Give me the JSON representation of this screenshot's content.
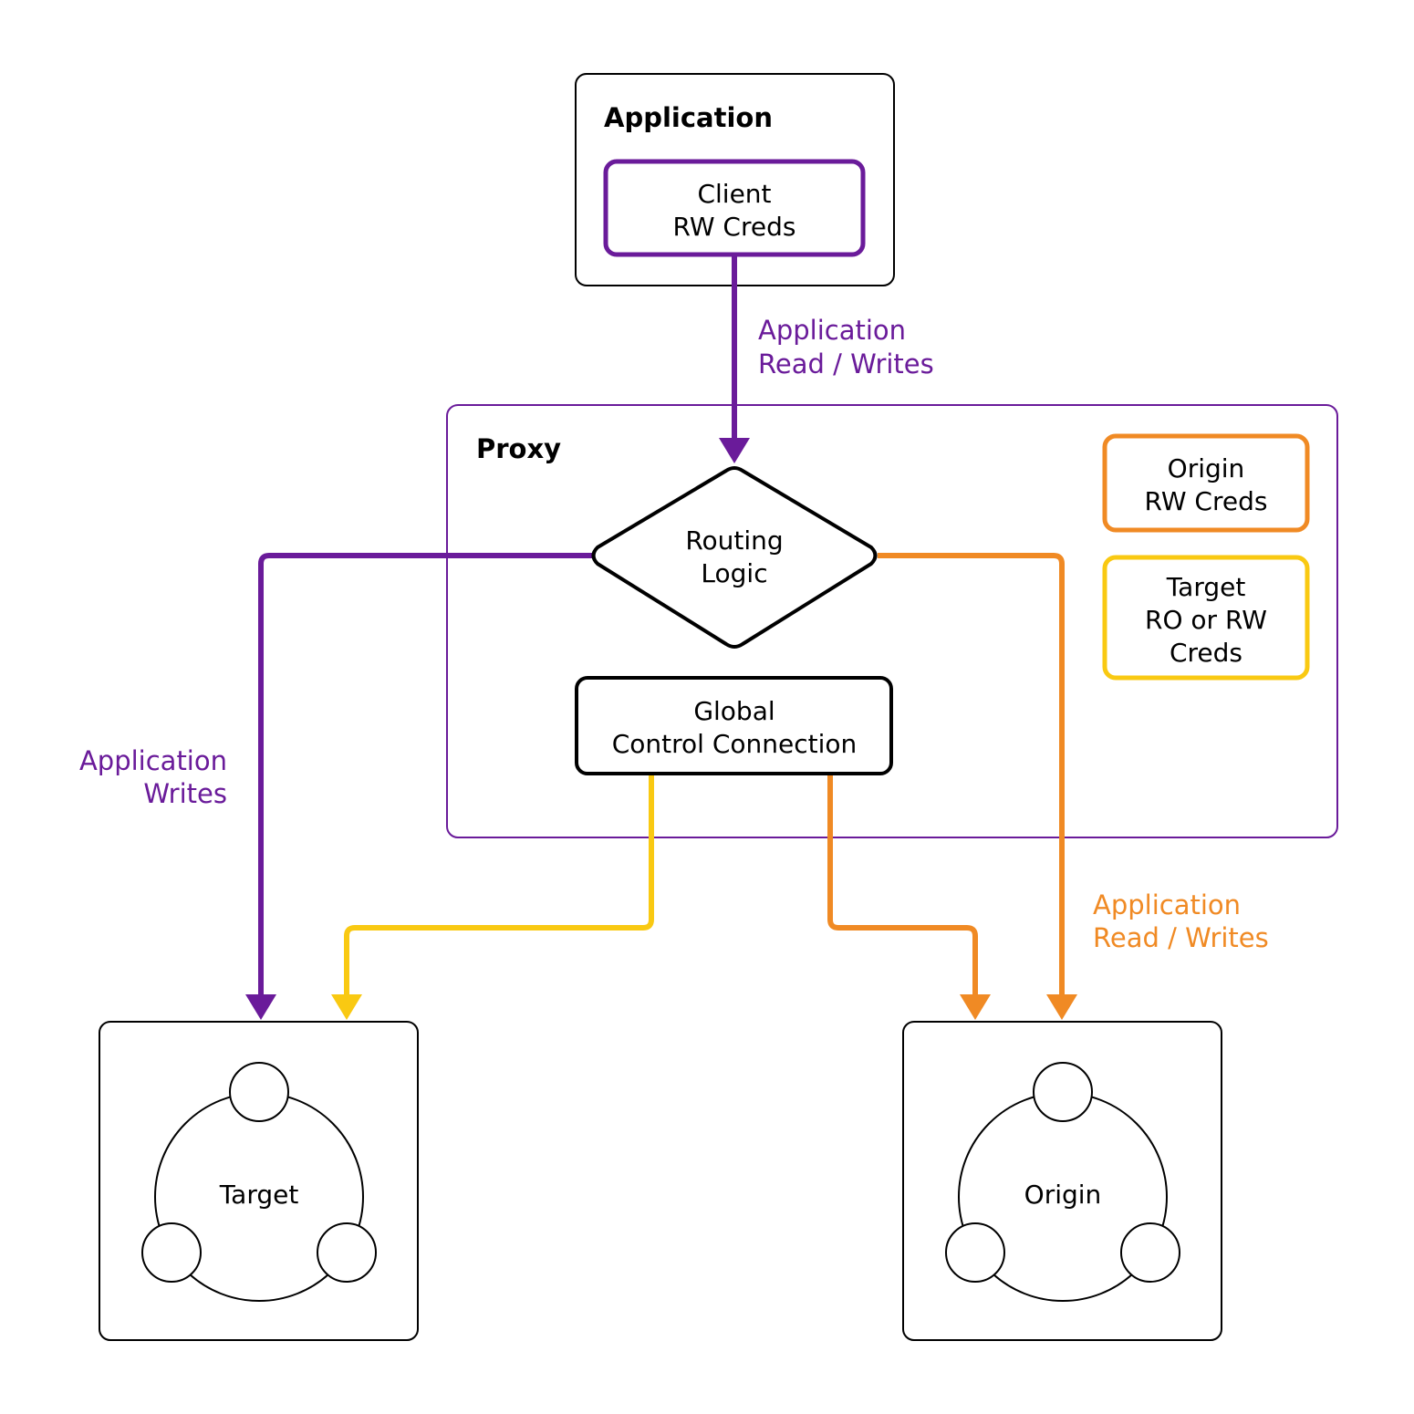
{
  "colors": {
    "purple": "#6A1B9A",
    "orange": "#F08A24",
    "yellow": "#F9C912",
    "black": "#000000"
  },
  "application": {
    "title": "Application",
    "client_line1": "Client",
    "client_line2": "RW Creds"
  },
  "flows": {
    "app_rw_line1": "Application",
    "app_rw_line2": "Read / Writes",
    "app_writes_line1": "Application",
    "app_writes_line2": "Writes",
    "origin_rw_line1": "Application",
    "origin_rw_line2": "Read / Writes"
  },
  "proxy": {
    "title": "Proxy",
    "routing_line1": "Routing",
    "routing_line2": "Logic",
    "gcc_line1": "Global",
    "gcc_line2": "Control Connection",
    "origin_creds_line1": "Origin",
    "origin_creds_line2": "RW Creds",
    "target_creds_line1": "Target",
    "target_creds_line2": "RO or RW",
    "target_creds_line3": "Creds"
  },
  "clusters": {
    "target_label": "Target",
    "origin_label": "Origin"
  }
}
